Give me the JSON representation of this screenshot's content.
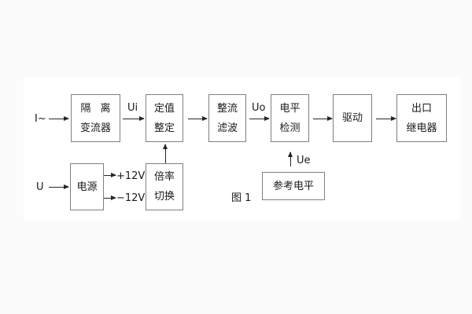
{
  "figure": {
    "caption": "图 1",
    "blocks": {
      "isolator": {
        "line1": "隔 离",
        "line2": "变流器"
      },
      "setting": {
        "line1": "定值",
        "line2": "整定"
      },
      "rectifier_filter": {
        "line1": "整流",
        "line2": "滤波"
      },
      "level_detector": {
        "line1": "电平",
        "line2": "检测"
      },
      "driver": {
        "line1": "驱动"
      },
      "output_relay": {
        "line1": "出口",
        "line2": "继电器"
      },
      "power_supply": {
        "line1": "电源"
      },
      "multiplier_switch": {
        "line1": "倍率",
        "line2": "切换"
      },
      "reference_level": {
        "line1": "参考电平"
      }
    },
    "labels": {
      "input_current": "I~",
      "input_voltage": "U",
      "ui": "Ui",
      "uo": "Uo",
      "ue": "Ue",
      "rail_pos": "+12V",
      "rail_neg": "−12V"
    },
    "colors": {
      "border": "#7f7f7f",
      "text": "#1a1a1a",
      "line": "#262626",
      "panel": "#ffffff",
      "page": "#fbfbfb"
    }
  }
}
